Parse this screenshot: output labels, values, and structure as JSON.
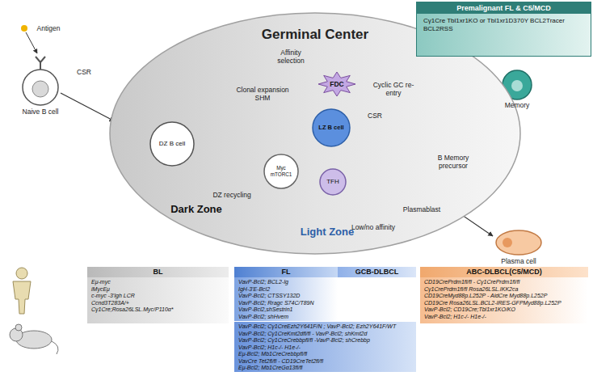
{
  "diagram": {
    "nodes": [
      {
        "text": [
          "Germinal Center",
          "Dark Zone",
          "Light Zone"
        ]
      },
      {
        "text": [
          "DZ B cell"
        ],
        "in": 0
      },
      {
        "text": [
          "FDC"
        ],
        "in": 0
      },
      {
        "text": [
          "LZ B cell"
        ],
        "in": 0
      },
      {
        "text": [
          "TFH"
        ],
        "in": 0
      },
      {
        "text": [
          "Myc mTORC1"
        ],
        "in": 0
      },
      {
        "text": [
          "Premalignant FL & C5/MCD",
          "Cγ1Cre Tbl1xr1KO or Tbl1xr1D370Y BCL2Tracer BCL2RSS"
        ]
      },
      {
        "text": [
          "BL",
          "Eμ-myc",
          "iMycEμ",
          "c-myc -3'Igh LCR",
          "Ccnd3T283A/+",
          "Cγ1Cre;Rosa26LSL.Myc/P110α*"
        ]
      },
      {
        "text": [
          "FL",
          "VavP-Bcl2; BCL2-Ig",
          "IgH-3'E-Bcl2",
          "VavP-Bcl2; CTSSY132D",
          "VavP-Bcl2; Rragc S74C/T89N",
          "VavP-Bcl2,shSestrin1",
          "VavP-Bcl2; shHvem"
        ]
      },
      {
        "text": [
          "GCB-DLBCL"
        ]
      },
      {
        "text": [
          "VavP-Bcl2; Cγ1CreEzh2Y641F/N ; VavP-Bcl2; Ezh2Y641F/WT",
          "VavP-Bcl2; Cγ1CreKmt2dfl/fl - VavP-Bcl2; shKmt2d",
          "VavP-Bcl2; Cγ1CreCrebbpfl/fl -VavP-Bcl2; shCrebbp",
          "VavP-Bcl2; H1c-/- H1e-/-",
          "Eμ-Bcl2; Mb1CreCrebbpfl/fl",
          "VavCre Tet2fl/fl - CD19CreTet2fl/fl",
          "Eμ-Bcl2; Mb1CreGα13fl/fl"
        ]
      },
      {
        "text": [
          "ABC-DLBCL(C5/MCD)",
          "CD19CrePrdm1fl/fl - Cγ1CrePrdm1fl/fl",
          "Cγ1CrePrdm1fl/fl Rosa26LSL.IKK2ca",
          "CD19CreMyd88p.L252P - AidCre Myd88p.L252P",
          "CD19Cre Rosa26LSL.BCL2-IRES-GFPMyd88p.L252P",
          "VavP-Bcl2; CD19Cre;Tbl1xr1KO/KO",
          "VavP-Bcl2; H1c-/- H1e-/-"
        ]
      }
    ],
    "edges": [
      {
        "from": 1,
        "to": 3,
        "arrow": "to"
      },
      {
        "from": 3,
        "to": 5,
        "arrow": "to"
      },
      {
        "from": 5,
        "to": 1,
        "arrow": "to"
      },
      {
        "from": 6,
        "to": 2,
        "arrow": "to"
      }
    ],
    "labels": [
      "Antigen",
      "CSR",
      "Naive B cell",
      "Clonal expansion SHM",
      "Affinity selection",
      "CSR",
      "Cyclic GC re-entry",
      "DZ recycling",
      "Low/no affinity",
      "B Memory precursor",
      "Memory",
      "Plasmablast",
      "Plasma cell"
    ]
  }
}
